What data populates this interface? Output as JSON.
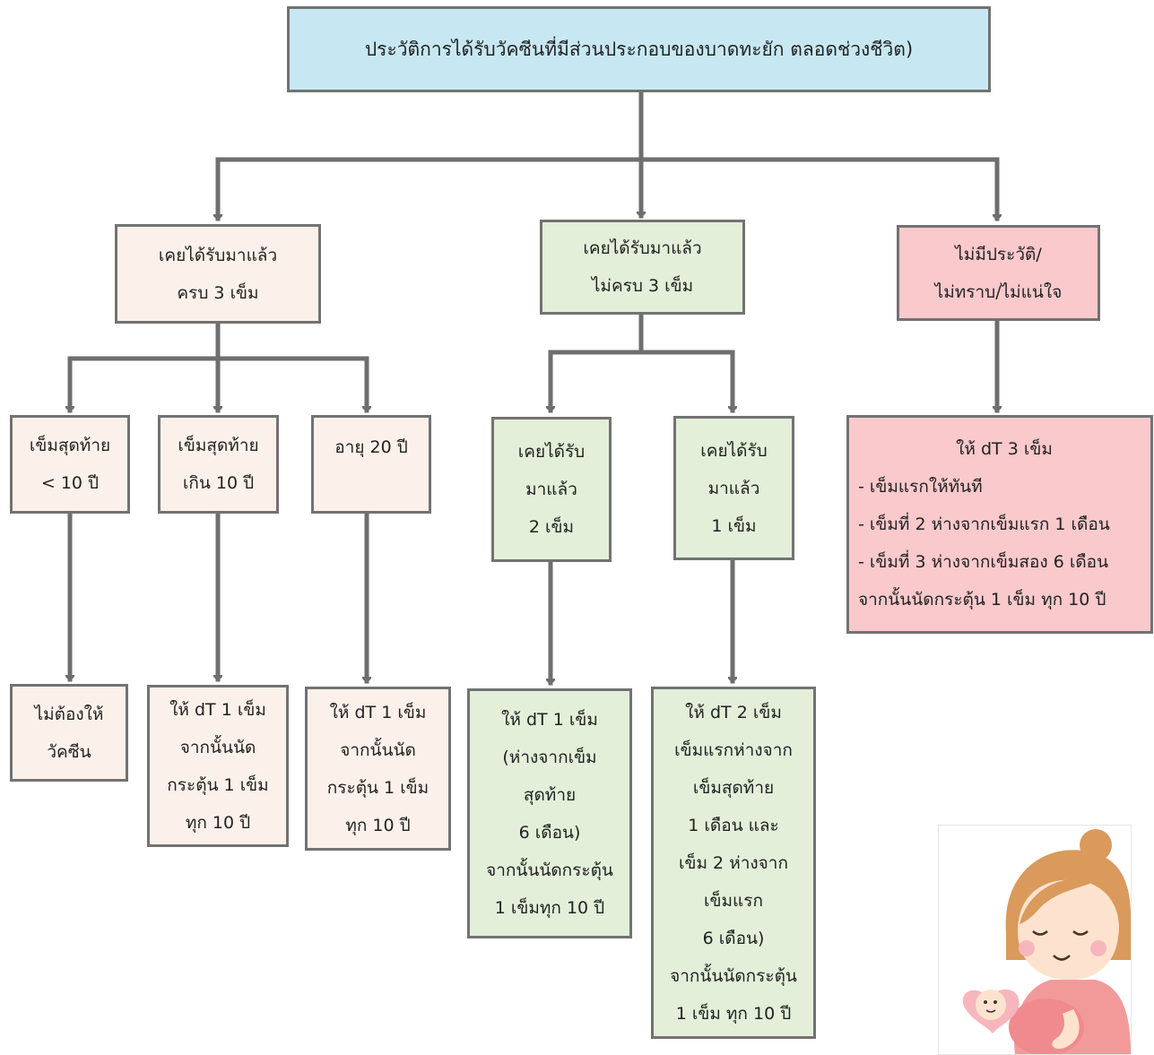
{
  "title": "ประวัติการได้รับวัคซีนที่มีส่วนประกอบของบาดทะยัก ตลอดช่วงชีวิต)",
  "level1": {
    "complete": [
      "เคยได้รับมาแล้ว",
      "ครบ 3 เข็ม"
    ],
    "incomplete": [
      "เคยได้รับมาแล้ว",
      "ไม่ครบ 3 เข็ม"
    ],
    "unknown": [
      "ไม่มีประวัติ/",
      "ไม่ทราบ/ไม่แน่ใจ"
    ]
  },
  "level2": {
    "last_under10": [
      "เข็มสุดท้าย",
      "< 10 ปี"
    ],
    "last_over10": [
      "เข็มสุดท้าย",
      "เกิน 10 ปี"
    ],
    "age20": [
      "อายุ 20 ปี"
    ],
    "two_doses": [
      "เคยได้รับ",
      "มาแล้ว",
      "2 เข็ม"
    ],
    "one_dose": [
      "เคยได้รับ",
      "มาแล้ว",
      "1 เข็ม"
    ],
    "give3": [
      "ให้ dT 3 เข็ม",
      "- เข็มแรกให้ทันที",
      "- เข็มที่ 2 ห่างจากเข็มแรก 1 เดือน",
      "- เข็มที่ 3 ห่างจากเข็มสอง 6 เดือน",
      "จากนั้นนัดกระตุ้น 1 เข็ม ทุก 10 ปี"
    ]
  },
  "level3": {
    "no_vaccine": [
      "ไม่ต้องให้",
      "วัคซีน"
    ],
    "give1_a": [
      "ให้ dT 1 เข็ม",
      "จากนั้นนัด",
      "กระตุ้น 1 เข็ม",
      "ทุก 10 ปี"
    ],
    "give1_b": [
      "ให้ dT 1 เข็ม",
      "จากนั้นนัด",
      "กระตุ้น 1 เข็ม",
      "ทุก 10 ปี"
    ],
    "give1_c": [
      "ให้ dT 1 เข็ม",
      "(ห่างจากเข็ม",
      "สุดท้าย",
      "6 เดือน)",
      "จากนั้นนัดกระตุ้น",
      "1 เข็มทุก 10 ปี"
    ],
    "give2": [
      "ให้ dT 2 เข็ม",
      "เข็มแรกห่างจาก",
      "เข็มสุดท้าย",
      "1 เดือน และ",
      "เข็ม 2 ห่างจาก",
      "เข็มแรก",
      "6 เดือน)",
      "จากนั้นนัดกระตุ้น",
      "1 เข็ม ทุก 10 ปี"
    ]
  },
  "colors": {
    "title_fill": "#c7e8f3",
    "complete_fill": "#fcf1ea",
    "incomplete_fill": "#e3efd9",
    "unknown_fill": "#f9c9cc",
    "border": "#727272",
    "connector": "#6e6e6e"
  },
  "icons": [
    "pregnant-mother-illustration",
    "arrow-down-icon"
  ]
}
